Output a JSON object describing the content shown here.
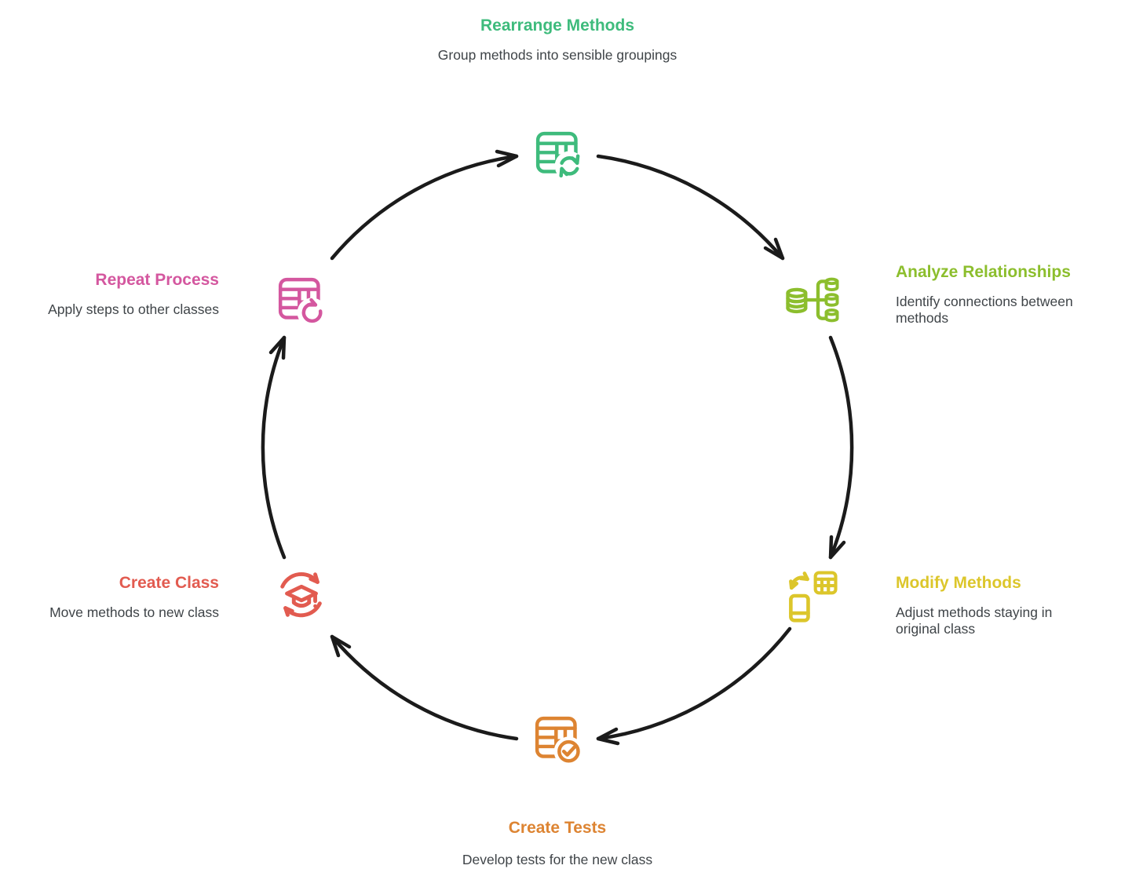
{
  "diagram": {
    "type": "circular-process",
    "flow_direction": "clockwise",
    "arrow_color": "#1b1b1b",
    "background_color": "#ffffff",
    "description_text_color": "#3f4448"
  },
  "steps": [
    {
      "label": "Rearrange Methods",
      "description": "Group methods into sensible groupings",
      "color": "#3ebb7c",
      "icon": "table-sync-icon",
      "position": "top"
    },
    {
      "label": "Analyze Relationships",
      "description": "Identify connections between methods",
      "color": "#8cbe2d",
      "icon": "database-relationships-icon",
      "position": "right-top"
    },
    {
      "label": "Modify Methods",
      "description": "Adjust methods staying in original class",
      "color": "#dcc62b",
      "icon": "device-table-swap-icon",
      "position": "right-bottom"
    },
    {
      "label": "Create Tests",
      "description": "Develop tests for the new class",
      "color": "#dd8432",
      "icon": "table-check-icon",
      "position": "bottom"
    },
    {
      "label": "Create Class",
      "description": "Move methods to new class",
      "color": "#e25b50",
      "icon": "graduation-cap-sync-icon",
      "position": "left-bottom"
    },
    {
      "label": "Repeat Process",
      "description": "Apply steps to other classes",
      "color": "#d4579f",
      "icon": "table-refresh-icon",
      "position": "left-top"
    }
  ],
  "flow_order": [
    "Rearrange Methods",
    "Analyze Relationships",
    "Modify Methods",
    "Create Tests",
    "Create Class",
    "Repeat Process"
  ]
}
